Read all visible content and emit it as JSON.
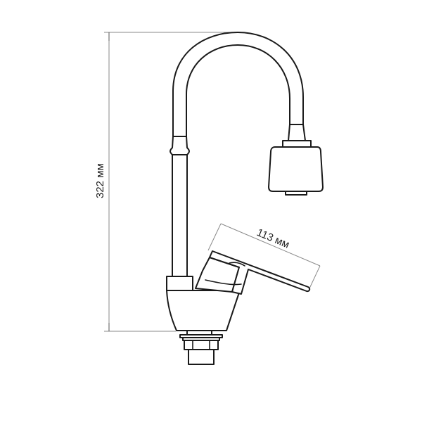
{
  "diagram": {
    "subject": "Single-lever faucet with flexible swan-neck spout",
    "background": "#ffffff",
    "line_color": "#1a1a1a",
    "dimension_color": "#8a8a8a",
    "dimensions": {
      "height": {
        "label": "322 мм",
        "value": 322,
        "unit": "мм",
        "orientation": "vertical"
      },
      "lever_length": {
        "label": "113 мм",
        "value": 113,
        "unit": "мм",
        "orientation": "diagonal"
      }
    },
    "parts": [
      "flexible spout",
      "aerator head",
      "vertical stem",
      "stem coupling",
      "lever handle",
      "body",
      "mounting nut",
      "threaded shank"
    ]
  }
}
